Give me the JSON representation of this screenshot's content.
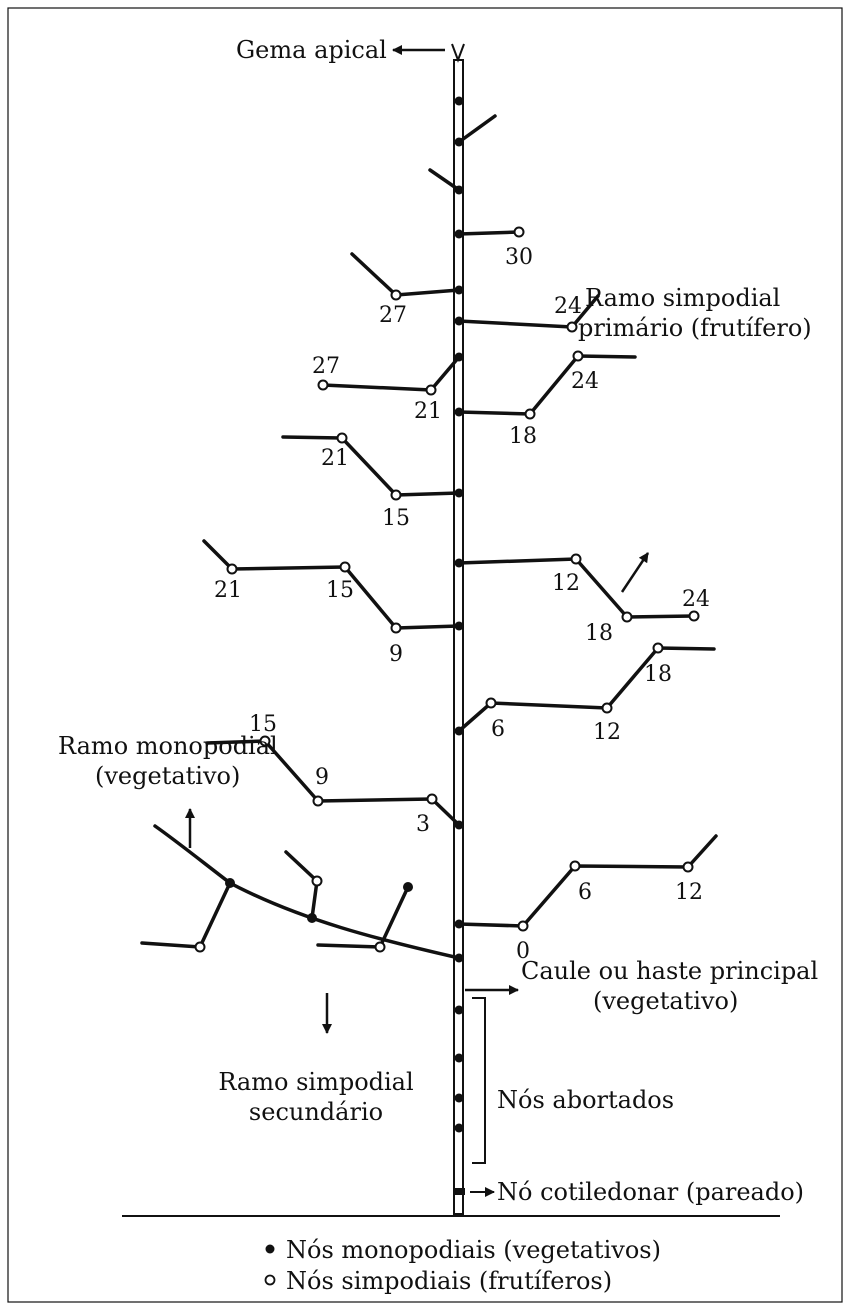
{
  "labels": {
    "apical_bud": "Gema apical",
    "primary_sympodial_1": "Ramo simpodial",
    "primary_sympodial_2": "primário (frutífero)",
    "monopodial_1": "Ramo monopodial",
    "monopodial_2": "(vegetativo)",
    "main_stem_1": "Caule ou haste principal",
    "main_stem_2": "(vegetativo)",
    "secondary_sympodial_1": "Ramo simpodial",
    "secondary_sympodial_2": "secundário",
    "aborted_nodes": "Nós abortados",
    "cotyledonary_node": "Nó cotiledonar (pareado)"
  },
  "node_numbers": {
    "b30": "30",
    "b27a": "27",
    "b24a": "24",
    "b27b": "27",
    "b21a": "21",
    "b24b": "24",
    "b18a": "18",
    "b21b": "21",
    "b15a": "15",
    "b21c": "21",
    "b15b": "15",
    "b9a": "9",
    "b12a": "12",
    "b18b": "18",
    "b24c": "24",
    "b6a": "6",
    "b12b": "12",
    "b18c": "18",
    "b15c": "15",
    "b9b": "9",
    "b3": "3",
    "b0": "0",
    "b6b": "6",
    "b12c": "12"
  },
  "legend": {
    "monopodial": "Nós monopodiais (vegetativos)",
    "sympodial": "Nós simpodiais (frutíferos)"
  }
}
